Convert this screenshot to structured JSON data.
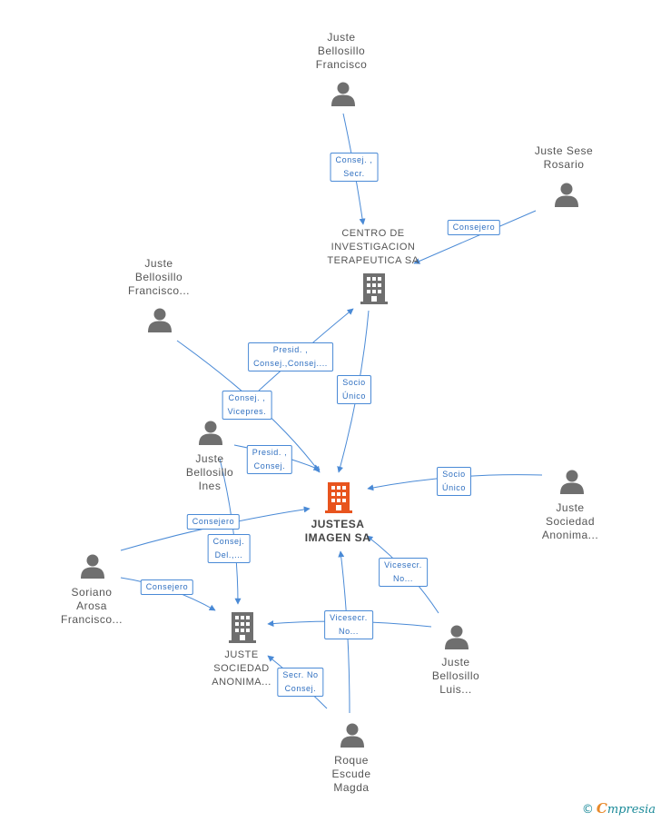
{
  "nodes": {
    "juste_bellosillo_francisco": {
      "lines": [
        "Juste",
        "Bellosillo",
        "Francisco"
      ],
      "icon": "person-icon"
    },
    "juste_sese_rosario": {
      "lines": [
        "Juste Sese",
        "Rosario"
      ],
      "icon": "person-icon"
    },
    "centro_investigacion": {
      "lines": [
        "CENTRO DE",
        "INVESTIGACION",
        "TERAPEUTICA SA"
      ],
      "icon": "building-icon"
    },
    "juste_bellosillo_francisco2": {
      "lines": [
        "Juste",
        "Bellosillo",
        "Francisco..."
      ],
      "icon": "person-icon"
    },
    "juste_bellosillo_ines": {
      "lines": [
        "Juste",
        "Bellosillo",
        "Ines"
      ],
      "icon": "person-icon"
    },
    "justesa_imagen": {
      "lines": [
        "JUSTESA",
        "IMAGEN SA"
      ],
      "icon": "building-icon"
    },
    "juste_sociedad_anonima_right": {
      "lines": [
        "Juste",
        "Sociedad",
        "Anonima..."
      ],
      "icon": "person-icon"
    },
    "soriano_arosa": {
      "lines": [
        "Soriano",
        "Arosa",
        "Francisco..."
      ],
      "icon": "person-icon"
    },
    "juste_sociedad_anonima_company": {
      "lines": [
        "JUSTE",
        "SOCIEDAD",
        "ANONIMA..."
      ],
      "icon": "building-icon"
    },
    "juste_bellosillo_luis": {
      "lines": [
        "Juste",
        "Bellosillo",
        "Luis..."
      ],
      "icon": "person-icon"
    },
    "roque_escude": {
      "lines": [
        "Roque",
        "Escude",
        "Magda"
      ],
      "icon": "person-icon"
    }
  },
  "edges": {
    "e1": {
      "lines": [
        "Consej. ,",
        "Secr."
      ]
    },
    "e2": {
      "lines": [
        "Consejero"
      ]
    },
    "e3": {
      "lines": [
        "Presid. ,",
        "Consej.,Consej...."
      ]
    },
    "e4": {
      "lines": [
        "Socio",
        "Único"
      ]
    },
    "e5": {
      "lines": [
        "Consej. ,",
        "Vicepres."
      ]
    },
    "e6": {
      "lines": [
        "Presid. ,",
        "Consej."
      ]
    },
    "e7": {
      "lines": [
        "Socio",
        "Único"
      ]
    },
    "e8": {
      "lines": [
        "Consejero"
      ]
    },
    "e9": {
      "lines": [
        "Consej.",
        "Del.,..."
      ]
    },
    "e10": {
      "lines": [
        "Consejero"
      ]
    },
    "e11": {
      "lines": [
        "Vicesecr.",
        "No..."
      ]
    },
    "e12": {
      "lines": [
        "Vicesecr.",
        "No..."
      ]
    },
    "e13": {
      "lines": [
        "Secr. No",
        "Consej."
      ]
    }
  },
  "footer": {
    "copyright": "©",
    "brand_first": "C",
    "brand_rest": "mpresia"
  },
  "colors": {
    "edge": "#4a8ad6",
    "person": "#6f6f6f",
    "building": "#6f6f6f",
    "main_building": "#e8541e"
  }
}
